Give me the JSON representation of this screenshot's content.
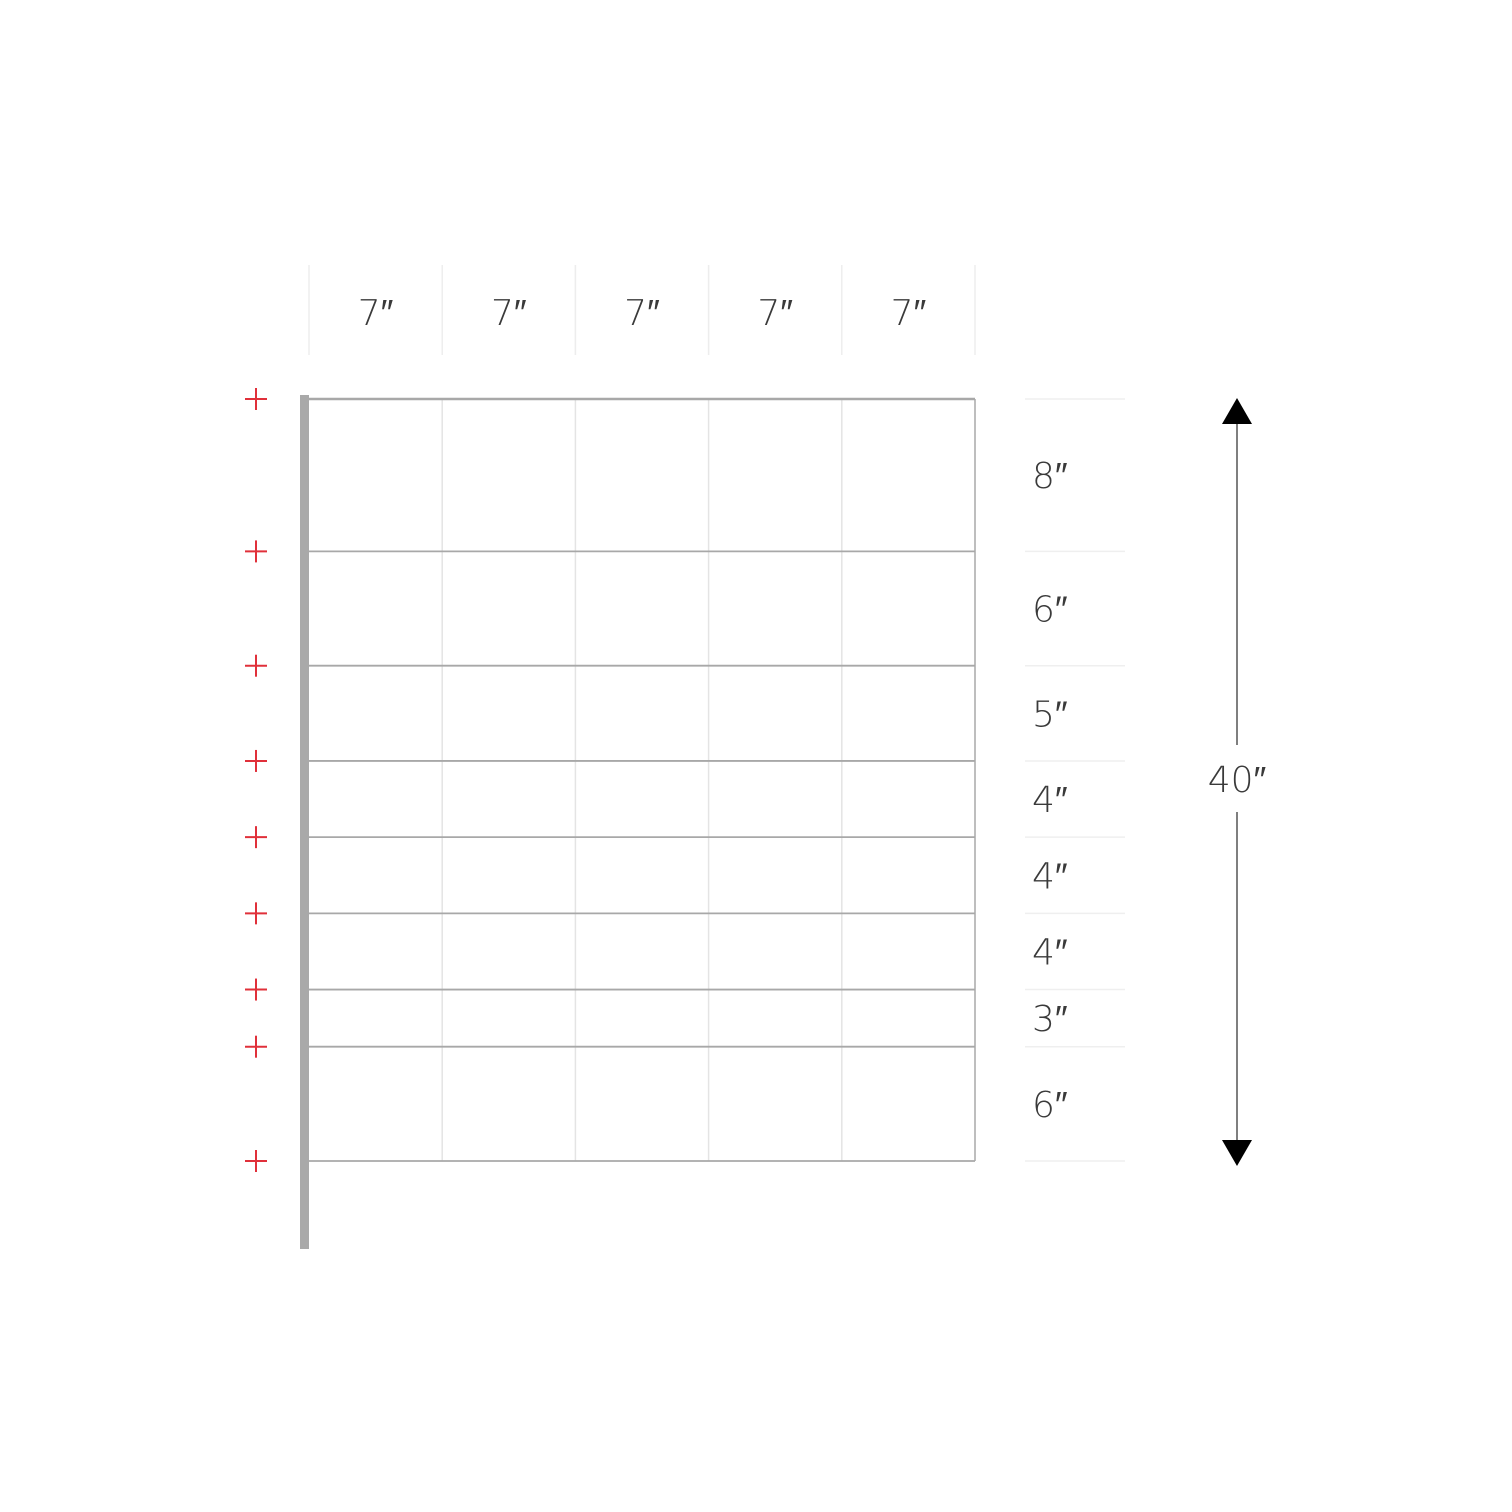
{
  "column_widths": [
    "7″",
    "7″",
    "7″",
    "7″",
    "7″"
  ],
  "row_heights": [
    "8″",
    "6″",
    "5″",
    "4″",
    "4″",
    "4″",
    "3″",
    "6″"
  ],
  "column_values_in": [
    7,
    7,
    7,
    7,
    7
  ],
  "row_values_in": [
    8,
    6,
    5,
    4,
    4,
    4,
    3,
    6
  ],
  "total_height": "40″",
  "total_height_in": 40,
  "marker_count": 9,
  "colors": {
    "grid_line": "#a8a8a8",
    "grid_light": "#e4e4e4",
    "post": "#a9a9a9",
    "marker": "#e0303a",
    "text": "#3a3a3a",
    "arrow": "#000000"
  }
}
